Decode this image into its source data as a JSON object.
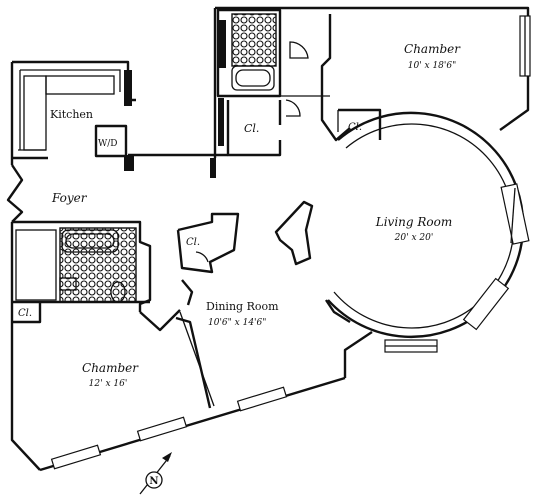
{
  "rooms": {
    "chamber_top": {
      "name": "Chamber",
      "dims": "10' x 18'6\""
    },
    "kitchen": {
      "name": "Kitchen"
    },
    "wd": {
      "name": "W/D"
    },
    "closet_mid": {
      "name": "Cl."
    },
    "closet_right": {
      "name": "Cl."
    },
    "foyer": {
      "name": "Foyer"
    },
    "living": {
      "name": "Living Room",
      "dims": "20' x 20'"
    },
    "closet_center": {
      "name": "Cl."
    },
    "closet_left": {
      "name": "Cl."
    },
    "dining": {
      "name": "Dining Room",
      "dims": "10'6\" x 14'6\""
    },
    "chamber_bottom": {
      "name": "Chamber",
      "dims": "12' x 16'"
    }
  },
  "compass": {
    "letter": "N"
  },
  "colors": {
    "line": "#111111",
    "background": "#ffffff"
  }
}
